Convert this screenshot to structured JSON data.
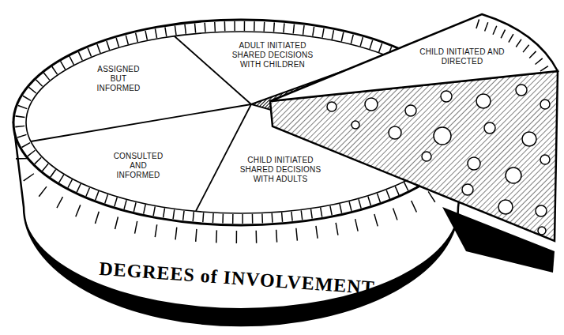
{
  "diagram": {
    "title": "DEGREES of INVOLVEMENT",
    "nodes": [
      {
        "text": [
          "ASSIGNED BUT INFORMED"
        ]
      },
      {
        "text": [
          "ADULT INITIATED SHARED DECISIONS WITH CHILDREN"
        ]
      },
      {
        "text": [
          "CHILD INITIATED AND DIRECTED"
        ]
      },
      {
        "text": [
          "CONSULTED AND INFORMED"
        ]
      },
      {
        "text": [
          "CHILD INITIATED SHARED DECISIONS WITH ADULTS"
        ]
      }
    ]
  }
}
